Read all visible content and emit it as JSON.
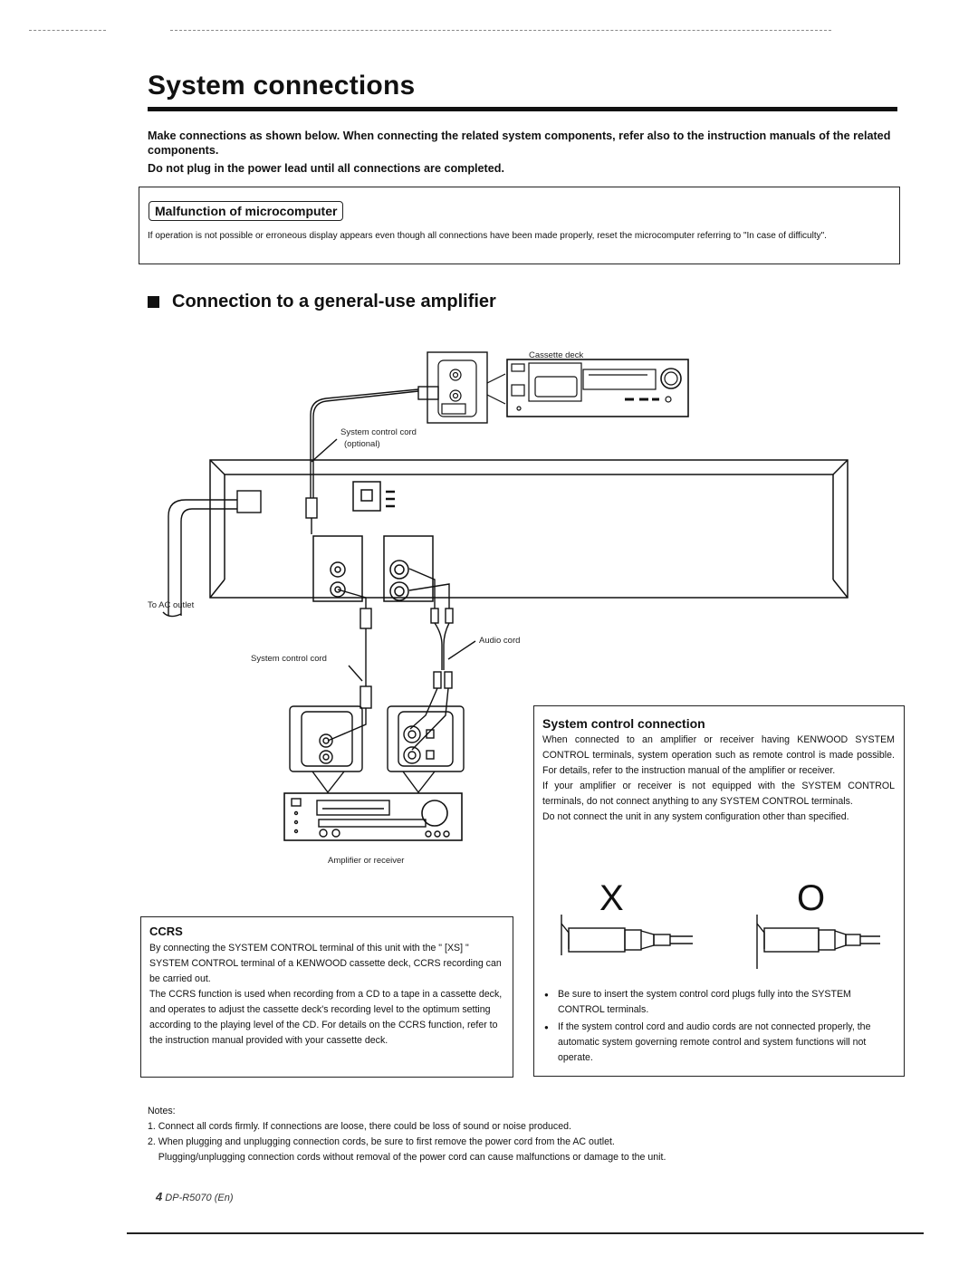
{
  "page": {
    "title": "System connections",
    "intro_line1": "Make connections as shown below.  When connecting the related system components, refer also to the instruction manuals of the related components.",
    "intro_line2": "Do not plug in the power lead until all connections are completed."
  },
  "malfunction": {
    "heading": "Malfunction of microcomputer",
    "text": "If operation is not possible or erroneous display appears even though all connections have been made properly, reset the microcomputer referring to \"In case of difficulty\"."
  },
  "section": {
    "heading": "Connection to a general-use amplifier"
  },
  "diagram": {
    "cassette_deck": "Cassette deck",
    "system_control_cord_optional_1": "System control cord",
    "system_control_cord_optional_2": "(optional)",
    "to_ac_outlet": "To AC outlet",
    "audio_cord": "Audio cord",
    "system_control_cord": "System control cord",
    "amplifier_or_receiver": "Amplifier or receiver"
  },
  "system_control": {
    "heading": "System control connection",
    "text": "When connected to an amplifier or receiver having KENWOOD SYSTEM CONTROL terminals, system operation such as remote control is made possible. For details, refer to the instruction manual of the amplifier or receiver.\nIf your amplifier or receiver is not equipped with the SYSTEM CONTROL terminals, do not connect anything to any SYSTEM CONTROL terminals.\nDo not connect the unit in any system configuration other than specified.",
    "wrong_mark": "X",
    "right_mark": "O",
    "bullets": [
      "Be sure to insert the system control cord plugs fully into the SYSTEM CONTROL terminals.",
      "If the system control cord and audio cords are not connected properly, the automatic system governing remote control and system functions will not operate."
    ]
  },
  "ccrs": {
    "heading": "CCRS",
    "text": "By connecting the SYSTEM CONTROL terminal of this unit with the \" [XS] \" SYSTEM CONTROL terminal of a KENWOOD cassette deck, CCRS recording can be carried out.\nThe CCRS function is used when recording from a CD to a tape in a cassette deck, and operates to adjust the cassette deck's recording level to the optimum setting according to the playing level of the CD. For details on the CCRS function, refer to the instruction manual provided with your cassette deck."
  },
  "notes": {
    "label": "Notes:",
    "items": [
      "1. Connect all cords firmly.  If connections are loose, there could be loss of sound or noise produced.",
      "2. When plugging and unplugging connection cords, be sure to first remove the power cord from the AC outlet.",
      "    Plugging/unplugging connection cords without removal of the power cord can cause malfunctions or damage to the unit."
    ]
  },
  "footer": {
    "page_number": "4",
    "model": "DP-R5070 (En)"
  }
}
